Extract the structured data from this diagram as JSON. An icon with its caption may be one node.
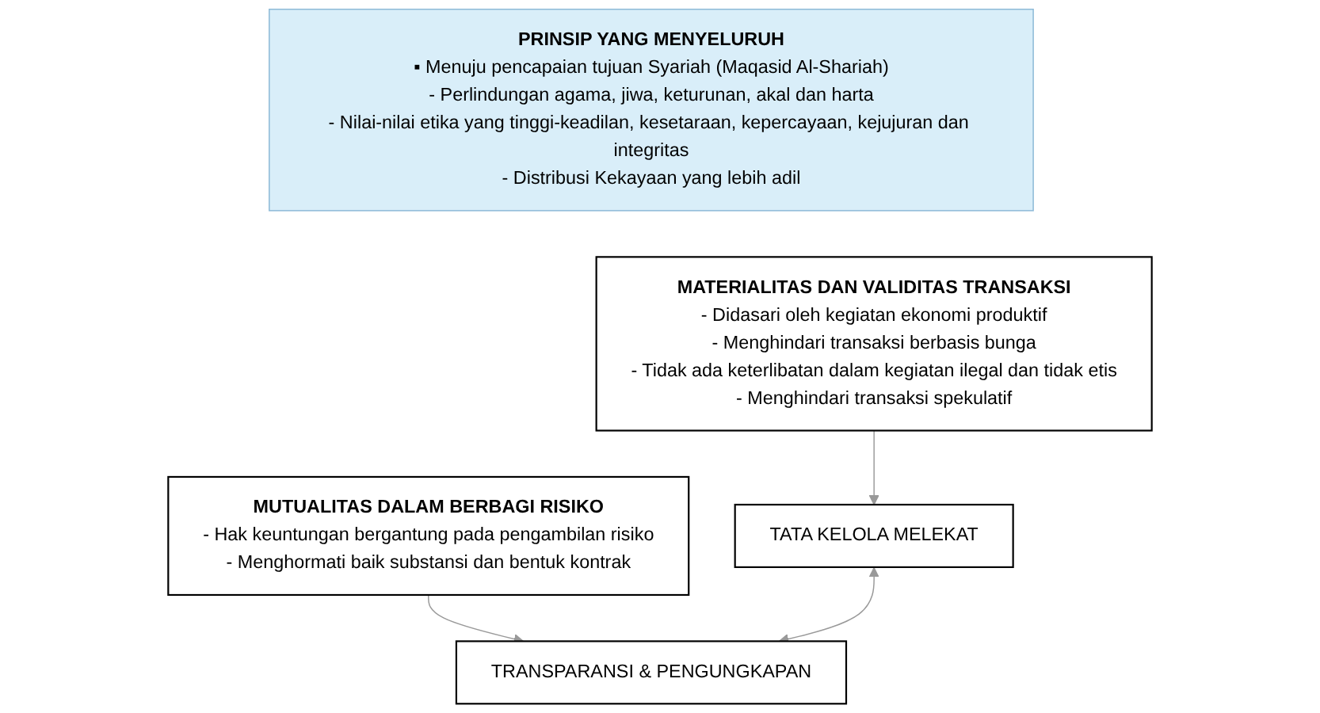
{
  "diagram": {
    "nodes": [
      {
        "text": [
          "PRINSIP YANG MENYELURUH",
          "▪ Menuju pencapaian tujuan Syariah (Maqasid Al-Shariah)",
          "- Perlindungan agama, jiwa, keturunan, akal dan harta",
          "- Nilai-nilai etika yang tinggi-keadilan, kesetaraan, kepercayaan, kejujuran dan integritas",
          "- Distribusi Kekayaan yang lebih adil"
        ]
      },
      {
        "text": [
          "MATERIALITAS DAN VALIDITAS TRANSAKSI",
          "- Didasari oleh kegiatan ekonomi produktif",
          "- Menghindari transaksi berbasis bunga",
          "- Tidak ada keterlibatan dalam kegiatan ilegal dan tidak etis",
          "- Menghindari transaksi spekulatif"
        ]
      },
      {
        "text": [
          "MUTUALITAS DALAM BERBAGI RISIKO",
          "- Hak keuntungan bergantung pada pengambilan risiko",
          "- Menghormati baik substansi dan bentuk kontrak"
        ]
      },
      {
        "text": [
          "TATA KELOLA MELEKAT"
        ]
      },
      {
        "text": [
          "TRANSPARANSI & PENGUNGKAPAN"
        ]
      }
    ],
    "edges": [
      {
        "from": 1,
        "to": 3,
        "arrow": "to"
      },
      {
        "from": 2,
        "to": 4,
        "arrow": "to"
      },
      {
        "from": 3,
        "to": 4,
        "arrow": "both"
      }
    ]
  }
}
